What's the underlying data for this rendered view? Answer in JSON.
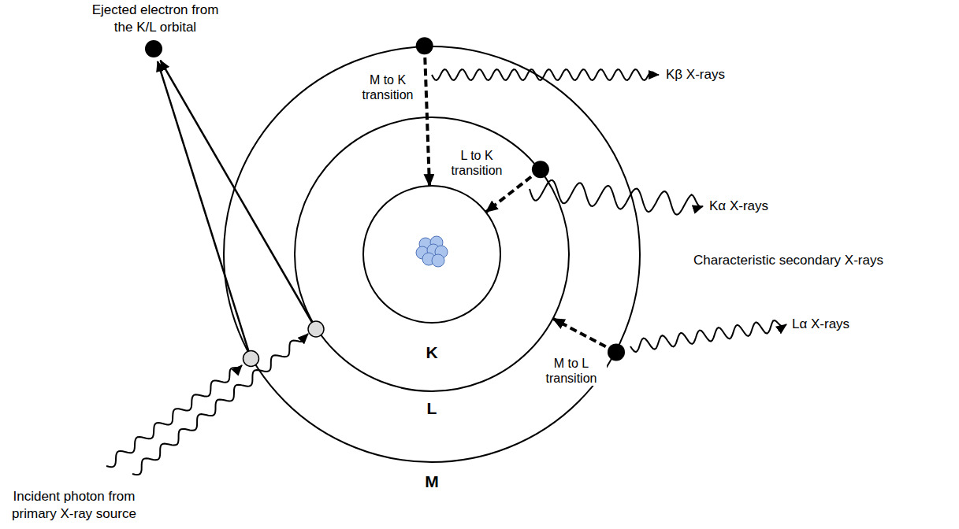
{
  "diagram": {
    "nodes": [
      {
        "text": [
          "M"
        ]
      },
      {
        "text": [
          "L"
        ],
        "in": 0
      },
      {
        "text": [
          "K"
        ],
        "in": 1
      }
    ],
    "edges": [
      {
        "from": 0,
        "to": 2,
        "arrow": "to",
        "label": "M to K transition"
      },
      {
        "from": 1,
        "to": 2,
        "arrow": "to",
        "label": "L to K transition"
      },
      {
        "from": 0,
        "to": 1,
        "arrow": "to",
        "label": "M to L transition"
      }
    ],
    "labels": [
      "Ejected electron from the K/L orbital",
      "Kβ X-rays",
      "Kα X-rays",
      "Characteristic secondary X-rays",
      "Lα X-rays",
      "Incident photon from primary X-ray source"
    ]
  }
}
